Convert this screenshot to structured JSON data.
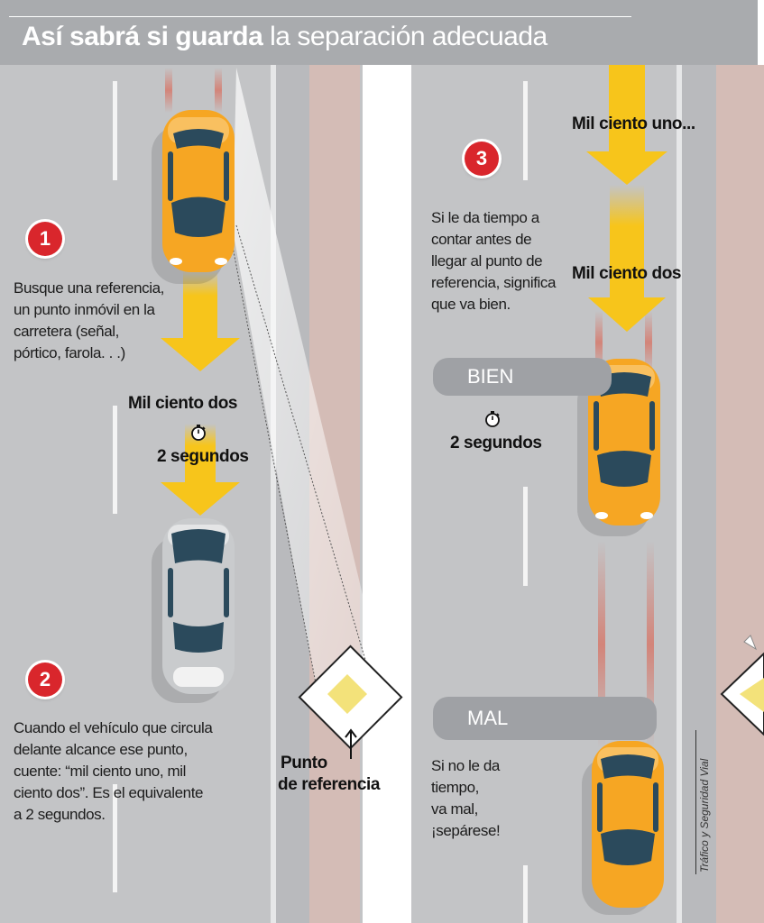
{
  "title": {
    "bold": "Así sabrá si guarda",
    "light": "la separación adecuada"
  },
  "steps": [
    {
      "number": "1",
      "text_lines": [
        "Busque una referencia,",
        "un punto inmóvil en la",
        "carretera (señal,",
        "pórtico, farola. . .)"
      ]
    },
    {
      "number": "2",
      "text_lines": [
        "Cuando el vehículo que circula",
        "delante alcance ese punto,",
        "cuente: “mil ciento uno, mil",
        "ciento dos”.  Es el equivalente",
        "a 2 segundos."
      ]
    },
    {
      "number": "3",
      "text_lines": [
        "Si le da tiempo a",
        "contar antes de",
        "llegar al punto de",
        "referencia, significa",
        "que va bien."
      ]
    }
  ],
  "left_count": {
    "phrase": "Mil ciento dos",
    "time": "2 segundos"
  },
  "right_count": {
    "phrase_top": "Mil ciento uno...",
    "phrase_bottom": "Mil ciento dos",
    "time": "2 segundos"
  },
  "reference_point": {
    "line1": "Punto",
    "line2": "de referencia"
  },
  "status": {
    "good": "BIEN",
    "bad": "MAL"
  },
  "bad_text_lines": [
    "Si no le da",
    "tiempo,",
    "va mal,",
    "¡sepárese!"
  ],
  "credit": "Tráfico y Seguridad Vial",
  "colors": {
    "road": "#c3c4c6",
    "title_bar": "#a9abae",
    "arrow": "#f7c51b",
    "badge": "#d9262c",
    "car_yellow": "#f6a623",
    "car_silver": "#c9cbcd",
    "sign": "#f3e27a"
  },
  "icons": {
    "stopwatch": "stopwatch-icon",
    "up_arrow": "up-arrow-icon"
  }
}
